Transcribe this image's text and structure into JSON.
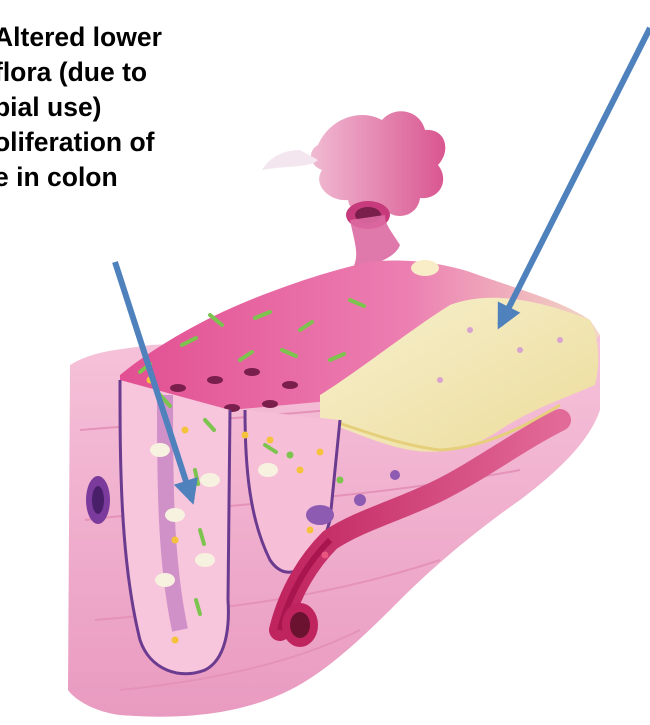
{
  "caption": {
    "lines": [
      "Altered lower",
      "flora (due to",
      "bial use)",
      "oliferation of",
      "e in colon"
    ]
  },
  "colors": {
    "arrow": "#4f81bd",
    "tissue_pink": "#f2a8c8",
    "mucosa_magenta": "#e2589a",
    "pseudomembrane_cream": "#f3e7b2",
    "vessel_red": "#a9154e",
    "bacteria_green": "#7cc44e",
    "cell_yellow": "#f4c23b",
    "crypt_purple": "#6b3b8f"
  },
  "icons": {
    "left_arrow": "arrow-to-crypt",
    "right_arrow": "arrow-to-pseudomembrane"
  }
}
